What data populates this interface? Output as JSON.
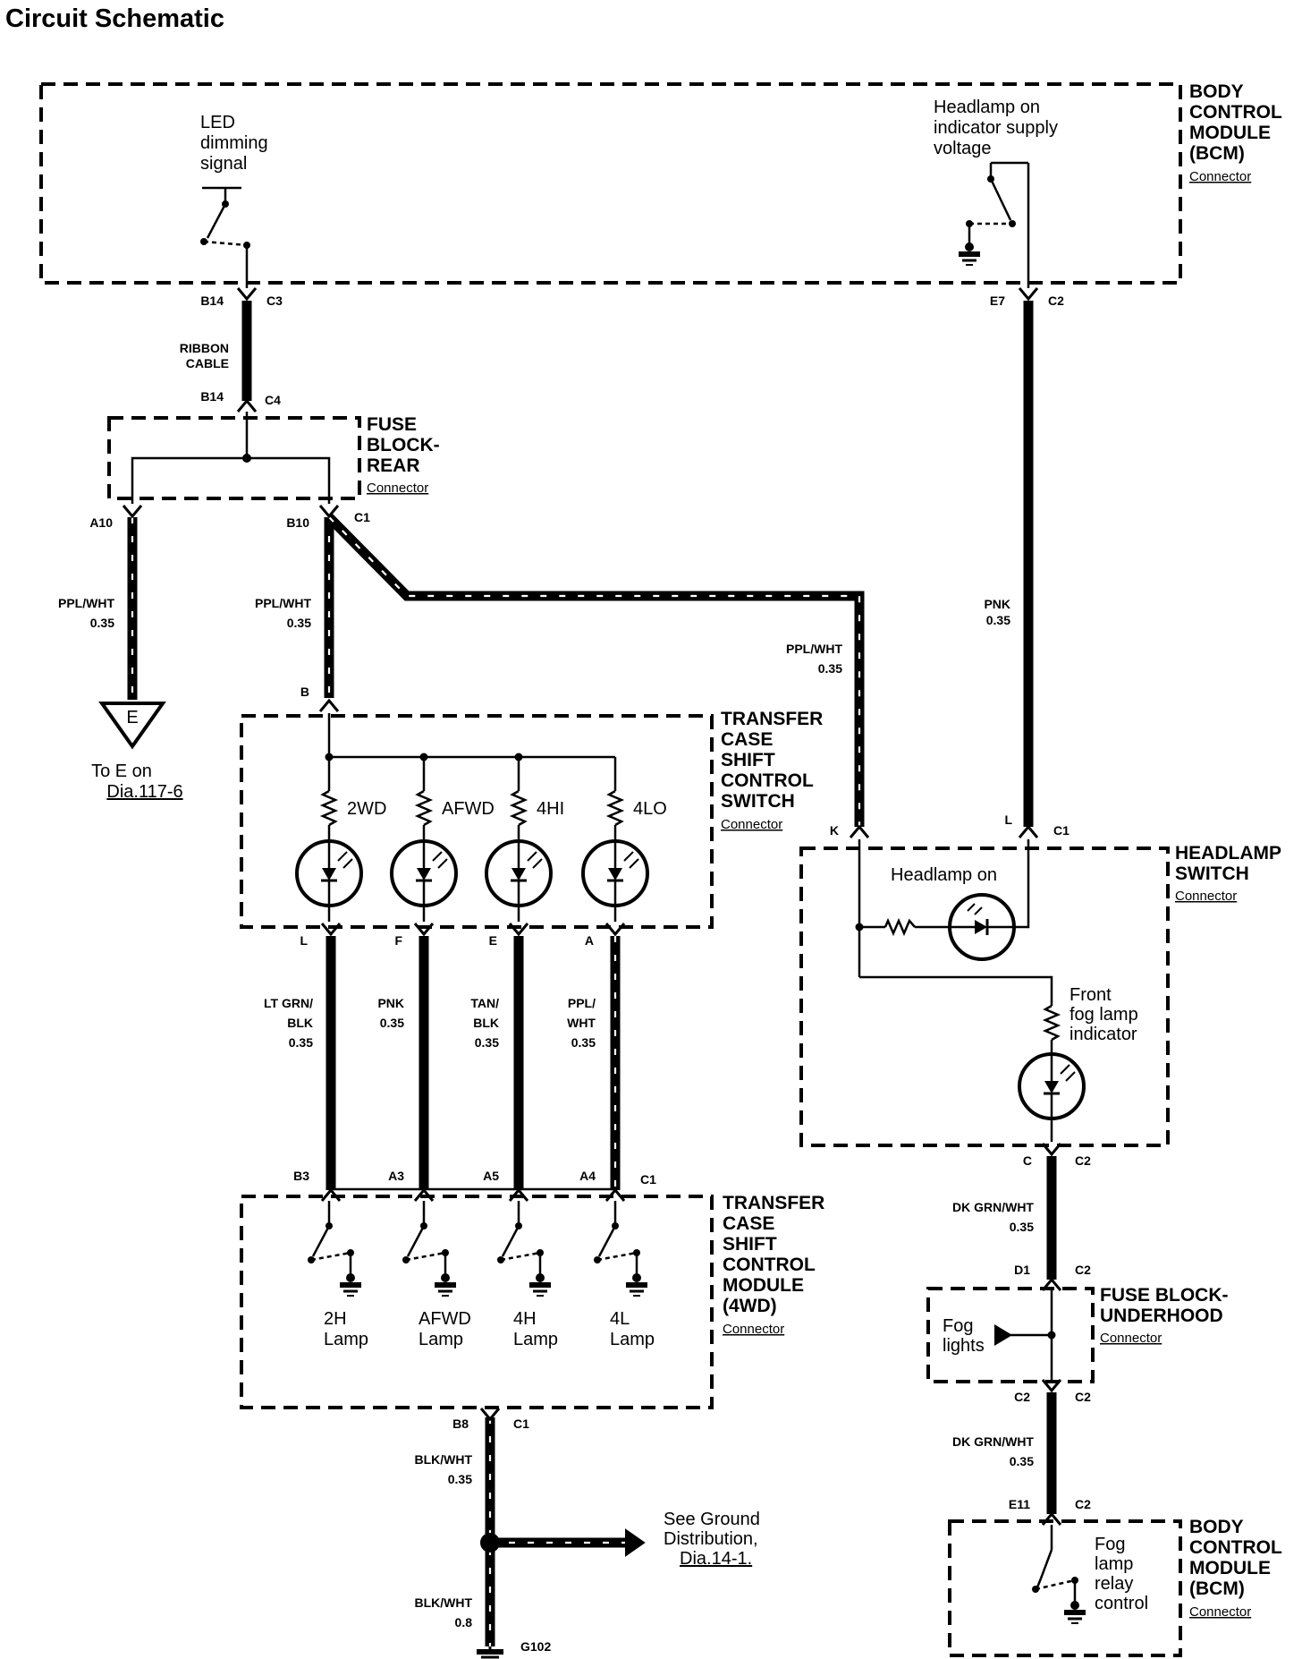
{
  "title": "Circuit Schematic",
  "connector_word": "Connector",
  "bcm_top": {
    "name": [
      "BODY",
      "CONTROL",
      "MODULE",
      "(BCM)"
    ],
    "led_dimming": [
      "LED",
      "dimming",
      "signal"
    ],
    "headlamp_supply": [
      "Headlamp on",
      "indicator supply",
      "voltage"
    ]
  },
  "fuse_block_rear": {
    "name": [
      "FUSE",
      "BLOCK-",
      "REAR"
    ]
  },
  "transfer_case_switch": {
    "name": [
      "TRANSFER",
      "CASE",
      "SHIFT",
      "CONTROL",
      "SWITCH"
    ],
    "leds": [
      "2WD",
      "AFWD",
      "4HI",
      "4LO"
    ]
  },
  "transfer_case_module": {
    "name": [
      "TRANSFER",
      "CASE",
      "SHIFT",
      "CONTROL",
      "MODULE",
      "(4WD)"
    ],
    "lamps": [
      [
        "2H",
        "Lamp"
      ],
      [
        "AFWD",
        "Lamp"
      ],
      [
        "4H",
        "Lamp"
      ],
      [
        "4L",
        "Lamp"
      ]
    ]
  },
  "headlamp_switch": {
    "name": [
      "HEADLAMP",
      "SWITCH"
    ],
    "headlamp_on": "Headlamp on",
    "front_fog": [
      "Front",
      "fog lamp",
      "indicator"
    ]
  },
  "fuse_block_underhood": {
    "name": [
      "FUSE BLOCK-",
      "UNDERHOOD"
    ],
    "fog_lights": [
      "Fog",
      "lights"
    ]
  },
  "bcm_bottom": {
    "name": [
      "BODY",
      "CONTROL",
      "MODULE",
      "(BCM)"
    ],
    "fog_relay": [
      "Fog",
      "lamp",
      "relay",
      "control"
    ]
  },
  "offpage_e": {
    "letter": "E",
    "text": [
      "To E on",
      "Dia.117-6"
    ]
  },
  "ground_dist": [
    "See Ground",
    "Distribution,",
    "Dia.14-1."
  ],
  "ground_g102": "G102",
  "ribbon_cable": [
    "RIBBON",
    "CABLE"
  ],
  "pins": {
    "b14_top": "B14",
    "c3": "C3",
    "e7": "E7",
    "c2_top": "C2",
    "b14_fuse": "B14",
    "c4": "C4",
    "a10": "A10",
    "b10": "B10",
    "c1_fuse": "C1",
    "b": "B",
    "l_sw": "L",
    "f_sw": "F",
    "e_sw": "E",
    "a_sw": "A",
    "b3": "B3",
    "a3": "A3",
    "a5": "A5",
    "a4": "A4",
    "c1_mod": "C1",
    "b8": "B8",
    "c1_b8": "C1",
    "k": "K",
    "l_hs": "L",
    "c1_hs": "C1",
    "c_hs": "C",
    "c2_hs": "C2",
    "d1": "D1",
    "c2_d1": "C2",
    "c2_fb_l": "C2",
    "c2_fb_r": "C2",
    "e11": "E11",
    "c2_e11": "C2"
  },
  "wires": {
    "a10_w": [
      "PPL/WHT",
      "0.35"
    ],
    "b10_w": [
      "PPL/WHT",
      "0.35"
    ],
    "k_w": [
      "PPL/WHT",
      "0.35"
    ],
    "pnk_top": [
      "PNK",
      "0.35"
    ],
    "l_w": [
      "LT GRN/",
      "BLK",
      "0.35"
    ],
    "f_w": [
      "PNK",
      "0.35"
    ],
    "e_w": [
      "TAN/",
      "BLK",
      "0.35"
    ],
    "a_w": [
      "PPL/",
      "WHT",
      "0.35"
    ],
    "dk1": [
      "DK GRN/WHT",
      "0.35"
    ],
    "dk2": [
      "DK GRN/WHT",
      "0.35"
    ],
    "blk1": [
      "BLK/WHT",
      "0.35"
    ],
    "blk2": [
      "BLK/WHT",
      "0.8"
    ]
  }
}
